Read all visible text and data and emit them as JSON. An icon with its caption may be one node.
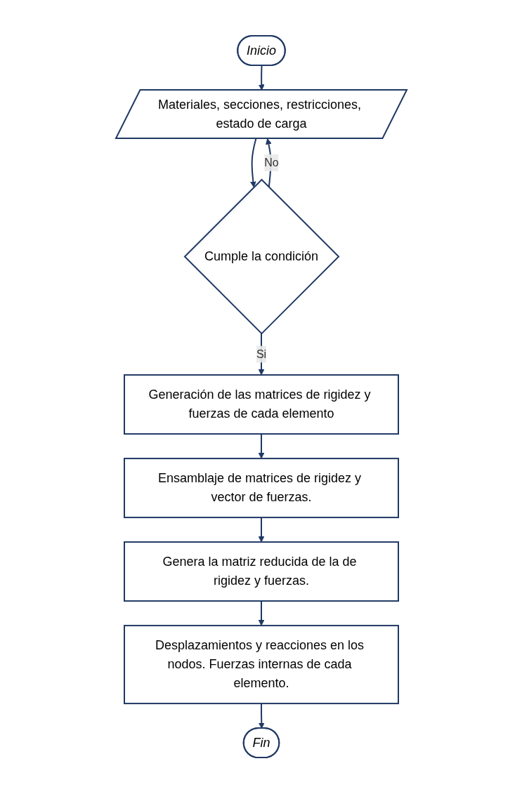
{
  "diagram": {
    "nodes": [
      {
        "text": [
          "Inicio"
        ]
      },
      {
        "text": [
          "Materiales, secciones, restricciones, estado de carga"
        ]
      },
      {
        "text": [
          "Cumple la condición"
        ]
      },
      {
        "text": [
          "Generación de las matrices de rigidez y fuerzas de cada elemento"
        ]
      },
      {
        "text": [
          "Ensamblaje de matrices de rigidez y vector de fuerzas."
        ]
      },
      {
        "text": [
          "Genera la matriz reducida de la de rigidez y fuerzas."
        ]
      },
      {
        "text": [
          "Desplazamientos y reacciones en los nodos. Fuerzas internas de cada elemento."
        ]
      },
      {
        "text": [
          "Fin"
        ]
      }
    ],
    "edges": [
      {
        "from": 0,
        "to": 1,
        "arrow": "to"
      },
      {
        "from": 1,
        "to": 2,
        "arrow": "to"
      },
      {
        "from": 2,
        "to": 1,
        "arrow": "to",
        "label": "No"
      },
      {
        "from": 2,
        "to": 3,
        "arrow": "to",
        "label": "Si"
      },
      {
        "from": 3,
        "to": 4,
        "arrow": "to"
      },
      {
        "from": 4,
        "to": 5,
        "arrow": "to"
      },
      {
        "from": 5,
        "to": 6,
        "arrow": "to"
      },
      {
        "from": 6,
        "to": 7,
        "arrow": "to"
      }
    ]
  }
}
